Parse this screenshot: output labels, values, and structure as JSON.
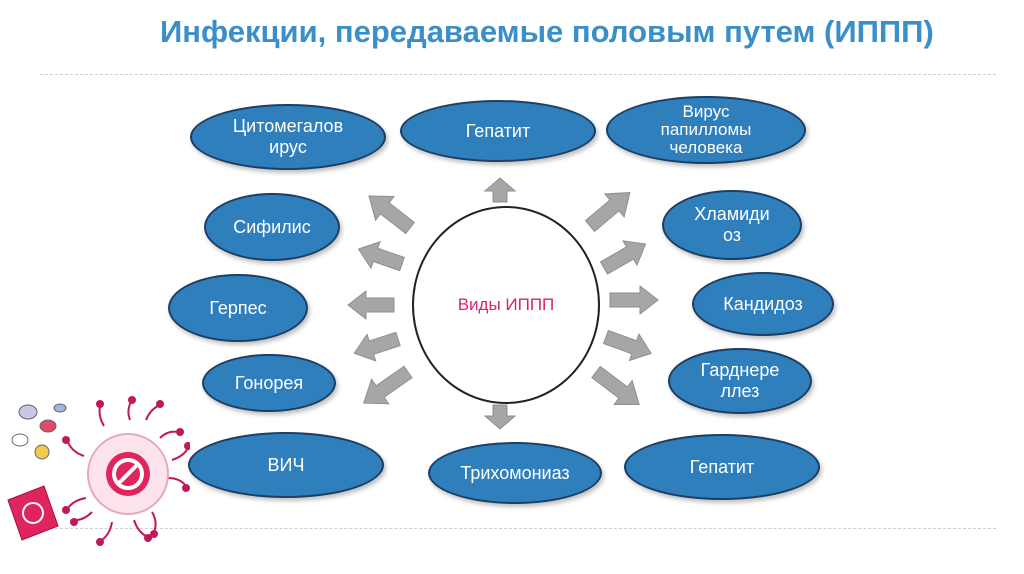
{
  "title": "Инфекции, передаваемые половым путем (ИППП)",
  "center_label": "Виды ИППП",
  "colors": {
    "title": "#3a8fc9",
    "node_fill": "#2f7fbd",
    "node_border": "#1c3f63",
    "center_text": "#d6246e",
    "arrow": "#a6a6a6"
  },
  "nodes": [
    {
      "label": "Цитомегалов\nирус"
    },
    {
      "label": "Гепатит"
    },
    {
      "label": "Вирус\nпапилломы\nчеловека"
    },
    {
      "label": "Сифилис"
    },
    {
      "label": "Хламиди\nоз"
    },
    {
      "label": "Герпес"
    },
    {
      "label": "Кандидоз"
    },
    {
      "label": "Гонорея"
    },
    {
      "label": "Гарднере\nллез"
    },
    {
      "label": "ВИЧ"
    },
    {
      "label": "Трихомониаз"
    },
    {
      "label": "Гепатит"
    }
  ]
}
